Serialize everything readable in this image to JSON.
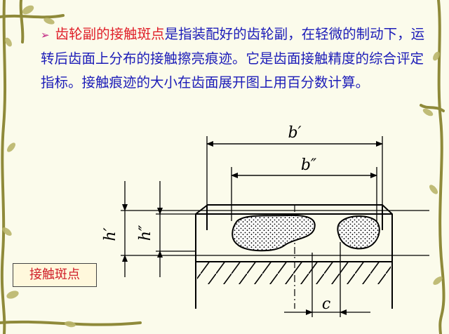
{
  "text": {
    "bullet": "➢",
    "highlight": "齿轮副的接触斑点",
    "body": "是指装配好的齿轮副，在轻微的制动下，运转后齿面上分布的接触擦亮痕迹。它是齿面接触精度的综合评定指标。接触痕迹的大小在齿面展开图上用百分数计算。"
  },
  "label_box": "接触斑点",
  "diagram": {
    "labels": {
      "b1": "b′",
      "b2": "b″",
      "h1": "h′",
      "h2": "h″",
      "c": "c"
    }
  },
  "colors": {
    "background": "#fbfbeb",
    "text": "#1c1cb8",
    "highlight": "#e0202a",
    "vine": "#8f8a3a"
  }
}
